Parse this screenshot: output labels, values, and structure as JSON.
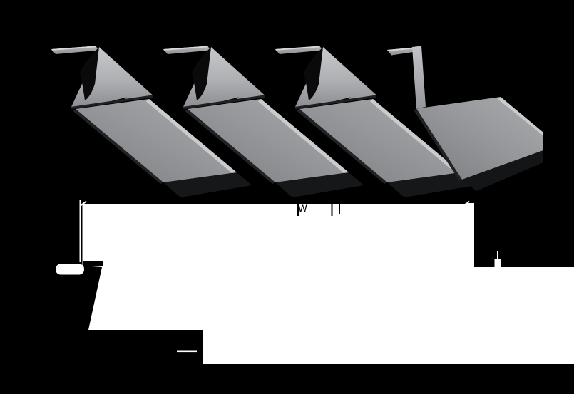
{
  "diagram": {
    "width_label": "W"
  },
  "illustration": {
    "subject": "batten-seam-metal-roof-panels",
    "rib_count_full": 3,
    "rib_count_partial": 1
  },
  "colors": {
    "background": "#000000",
    "drawing_area": "#ffffff",
    "linework": "#000000",
    "inverted_linework": "#ffffff",
    "panel_highlight": "#d7d9db",
    "panel_light": "#c7c9cc",
    "panel_mid": "#9a9c9f",
    "panel_dark": "#7b7d80",
    "panel_shadow": "#0a0a0a"
  }
}
